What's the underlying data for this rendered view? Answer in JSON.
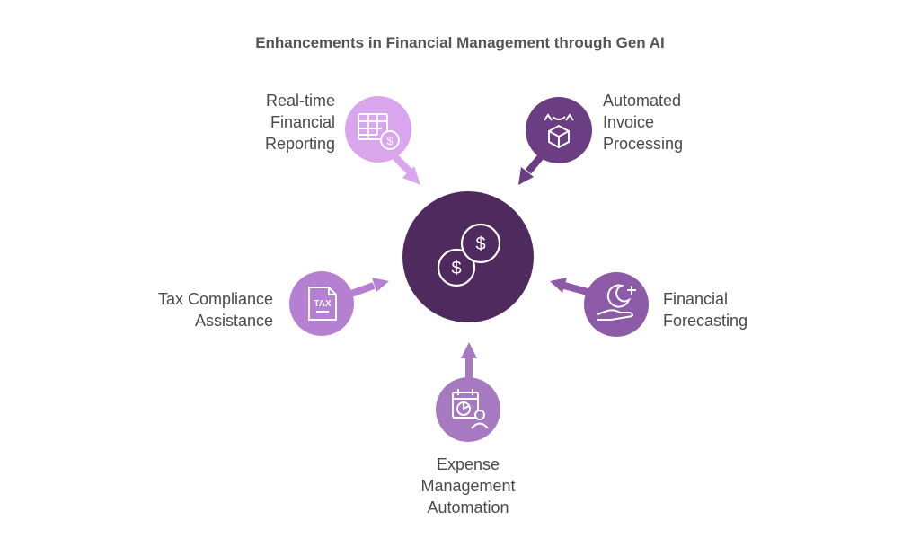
{
  "title": "Enhancements in Financial Management through Gen AI",
  "colors": {
    "center": "#4e2a5e",
    "light_purple": "#d9a5ec",
    "dark_purple": "#6b3d82",
    "mid_purple": "#8c5aa6",
    "tax_purple": "#b57fd2",
    "expense_purple": "#a679c1"
  },
  "center": {
    "icon": "dollar-coins-icon"
  },
  "nodes": [
    {
      "id": "realtime",
      "icon": "spreadsheet-dollar-icon",
      "lines": [
        "Real-time",
        "Financial",
        "Reporting"
      ]
    },
    {
      "id": "invoice",
      "icon": "box-processing-icon",
      "lines": [
        "Automated",
        "Invoice",
        "Processing"
      ]
    },
    {
      "id": "tax",
      "icon": "tax-document-icon",
      "icon_text": "TAX",
      "lines": [
        "Tax Compliance",
        "Assistance"
      ]
    },
    {
      "id": "forecast",
      "icon": "hand-moon-sparkle-icon",
      "lines": [
        "Financial",
        "Forecasting"
      ]
    },
    {
      "id": "expense",
      "icon": "calendar-chart-user-icon",
      "lines": [
        "Expense",
        "Management",
        "Automation"
      ]
    }
  ]
}
